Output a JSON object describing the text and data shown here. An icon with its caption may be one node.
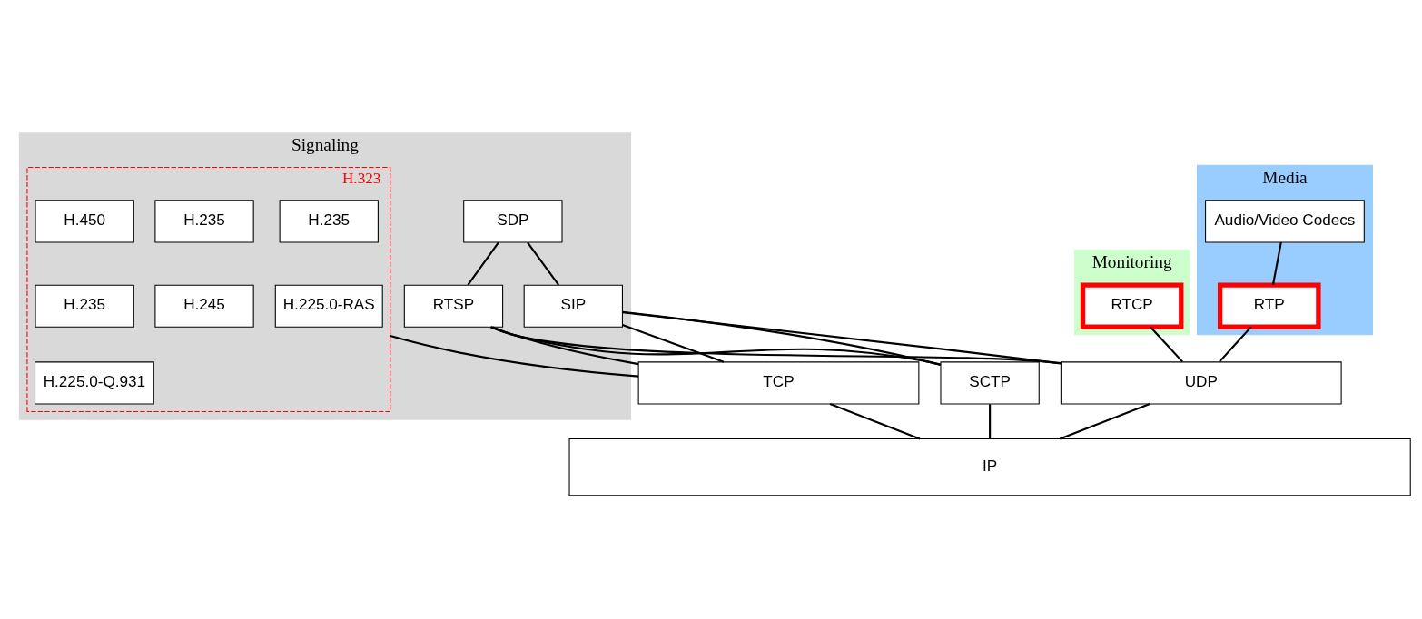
{
  "diagram": {
    "nodes": [
      {
        "text": [
          "Signaling"
        ]
      },
      {
        "text": [
          "Monitoring"
        ]
      },
      {
        "text": [
          "Media"
        ]
      },
      {
        "text": [
          "H.323"
        ],
        "in": 0
      },
      {
        "text": [
          "H.450"
        ],
        "in": 3
      },
      {
        "text": [
          "H.235"
        ],
        "in": 3
      },
      {
        "text": [
          "H.225.0-Q.931"
        ],
        "in": 3
      },
      {
        "text": [
          "H.235"
        ],
        "in": 3
      },
      {
        "text": [
          "H.245"
        ],
        "in": 3
      },
      {
        "text": [
          "H.235"
        ],
        "in": 3
      },
      {
        "text": [
          "H.225.0-RAS"
        ],
        "in": 3
      },
      {
        "text": [
          "SDP"
        ],
        "in": 0
      },
      {
        "text": [
          "SIP"
        ],
        "in": 0
      },
      {
        "text": [
          "RTSP"
        ],
        "in": 0
      },
      {
        "text": [
          "RTCP"
        ],
        "in": 1
      },
      {
        "text": [
          "Audio/Video Codecs"
        ],
        "in": 2
      },
      {
        "text": [
          "RTP"
        ],
        "in": 2
      },
      {
        "text": [
          "TCP"
        ]
      },
      {
        "text": [
          "SCTP"
        ]
      },
      {
        "text": [
          "UDP"
        ]
      },
      {
        "text": [
          "IP"
        ]
      }
    ],
    "edges": [
      {
        "from": 11,
        "to": 12,
        "arrow": "none"
      },
      {
        "from": 11,
        "to": 13,
        "arrow": "none"
      },
      {
        "from": 3,
        "to": 17,
        "arrow": "none"
      },
      {
        "from": 12,
        "to": 17,
        "arrow": "none"
      },
      {
        "from": 12,
        "to": 18,
        "arrow": "none"
      },
      {
        "from": 12,
        "to": 19,
        "arrow": "none"
      },
      {
        "from": 13,
        "to": 17,
        "arrow": "none"
      },
      {
        "from": 13,
        "to": 18,
        "arrow": "none"
      },
      {
        "from": 13,
        "to": 19,
        "arrow": "none"
      },
      {
        "from": 14,
        "to": 19,
        "arrow": "none"
      },
      {
        "from": 15,
        "to": 16,
        "arrow": "none"
      },
      {
        "from": 16,
        "to": 19,
        "arrow": "none"
      },
      {
        "from": 17,
        "to": 20,
        "arrow": "none"
      },
      {
        "from": 18,
        "to": 20,
        "arrow": "none"
      },
      {
        "from": 19,
        "to": 20,
        "arrow": "none"
      }
    ]
  }
}
